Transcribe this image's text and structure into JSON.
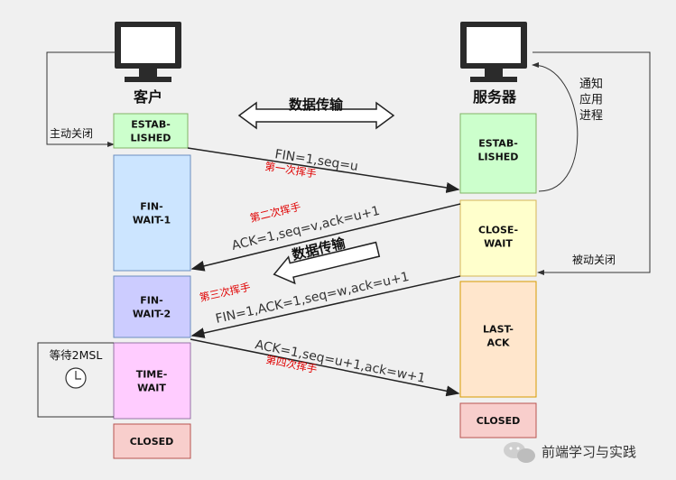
{
  "client": {
    "label": "客户",
    "active_close": "主动关闭",
    "states": {
      "established": "ESTAB-\nLISHED",
      "fin_wait_1": "FIN-\nWAIT-1",
      "fin_wait_2": "FIN-\nWAIT-2",
      "time_wait": "TIME-\nWAIT",
      "closed": "CLOSED"
    },
    "wait_2msl": "等待2MSL"
  },
  "server": {
    "label": "服务器",
    "notify_app": "通知\n应用\n进程",
    "passive_close": "被动关闭",
    "states": {
      "established": "ESTAB-\nLISHED",
      "close_wait": "CLOSE-\nWAIT",
      "last_ack": "LAST-\nACK",
      "closed": "CLOSED"
    }
  },
  "data_transfer_top": "数据传输",
  "data_transfer_mid": "数据传输",
  "messages": {
    "m1": {
      "text": "FIN=1,seq=u",
      "step": "第一次挥手"
    },
    "m2": {
      "text": "ACK=1,seq=v,ack=u+1",
      "step": "第二次挥手"
    },
    "m3": {
      "text": "FIN=1,ACK=1,seq=w,ack=u+1",
      "step": "第三次挥手"
    },
    "m4": {
      "text": "ACK=1,seq=u+1,ack=w+1",
      "step": "第四次挥手"
    }
  },
  "watermark": "前端学习与实践",
  "colors": {
    "established": "#ccffcc",
    "fin_wait": "#cce5ff",
    "fin_wait_2": "#ccccff",
    "time_wait": "#ffccff",
    "closed": "#f8cecc",
    "close_wait": "#ffffcc",
    "last_ack": "#ffe6cc",
    "step_red": "#e00000"
  }
}
